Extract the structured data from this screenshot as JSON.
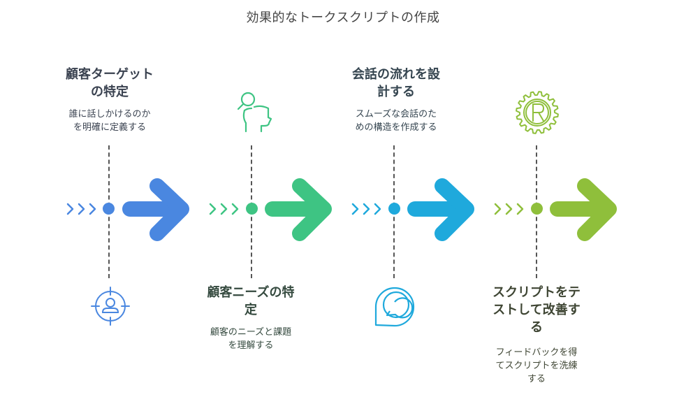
{
  "title": "効果的なトークスクリプトの作成",
  "steps": [
    {
      "heading": "顧客ターゲットの特定",
      "heading_lines": [
        "顧客ターゲット",
        "の特定"
      ],
      "desc_lines": [
        "誰に話しかけるのか",
        "を明確に定義する"
      ],
      "icon": "target-user-icon",
      "color": "#4a87e0",
      "text_color": "#3a4250",
      "label_position": "top"
    },
    {
      "heading": "顧客ニーズの特定",
      "heading_lines": [
        "顧客ニーズの特",
        "定"
      ],
      "desc_lines": [
        "顧客のニーズと課題",
        "を理解する"
      ],
      "icon": "head-search-icon",
      "color": "#3ec483",
      "text_color": "#354a3f",
      "label_position": "bottom"
    },
    {
      "heading": "会話の流れを設計する",
      "heading_lines": [
        "会話の流れを設",
        "計する"
      ],
      "desc_lines": [
        "スムーズな会話のた",
        "めの構造を作成する"
      ],
      "icon": "chat-bubble-icon",
      "color": "#1fa9dc",
      "text_color": "#354550",
      "label_position": "top"
    },
    {
      "heading": "スクリプトをテストして改善する",
      "heading_lines": [
        "スクリプトをテ",
        "ストして改善す",
        "る"
      ],
      "desc_lines": [
        "フィードバックを得",
        "てスクリプトを洗練",
        "する"
      ],
      "icon": "gear-r-icon",
      "color": "#8fbf3b",
      "text_color": "#3e4533",
      "label_position": "bottom"
    }
  ]
}
